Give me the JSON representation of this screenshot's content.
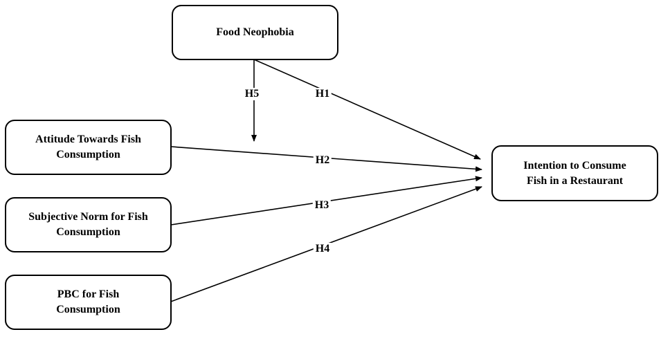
{
  "nodes": {
    "food_neophobia": {
      "lines": [
        "Food Neophobia"
      ]
    },
    "attitude": {
      "lines": [
        "Attitude Towards Fish",
        "Consumption"
      ]
    },
    "subjective_norm": {
      "lines": [
        "Subjective Norm for Fish",
        "Consumption"
      ]
    },
    "pbc": {
      "lines": [
        "PBC for Fish",
        "Consumption"
      ]
    },
    "intention": {
      "lines": [
        "Intention to Consume",
        "Fish in a Restaurant"
      ]
    }
  },
  "hypotheses": {
    "h1": "H1",
    "h2": "H2",
    "h3": "H3",
    "h4": "H4",
    "h5": "H5"
  },
  "colors": {
    "stroke": "#000000",
    "background": "#ffffff"
  }
}
